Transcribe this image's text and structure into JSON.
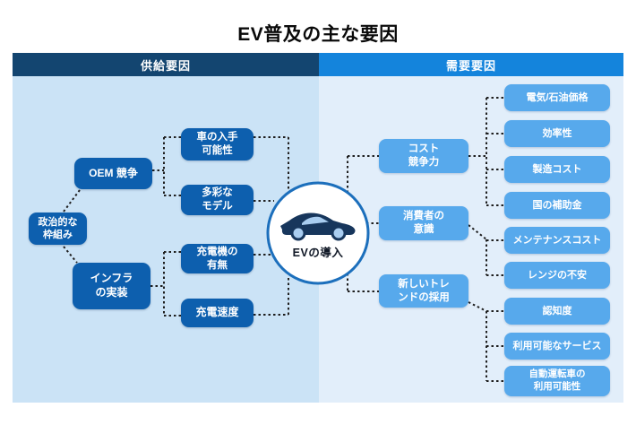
{
  "title": "EV普及の主な要因",
  "headers": {
    "supply": "供給要因",
    "demand": "需要要因"
  },
  "center": {
    "label": "EVの導入",
    "icon": "ev-car-icon"
  },
  "supply": {
    "root": "政治的な\n枠組み",
    "level2": {
      "oem": "OEM 競争",
      "infra": "インフラ\nの実装"
    },
    "leaves": [
      "車の入手\n可能性",
      "多彩な\nモデル",
      "充電機の\n有無",
      "充電速度"
    ]
  },
  "demand": {
    "level2": {
      "cost": "コスト\n競争力",
      "consumer": "消費者の\n意識",
      "trend": "新しいトレ\nンドの採用"
    },
    "leaves": [
      "電気/石油価格",
      "効率性",
      "製造コスト",
      "国の補助金",
      "メンテナンスコスト",
      "レンジの不安",
      "認知度",
      "利用可能なサービス",
      "自動運転車の\n利用可能性"
    ]
  },
  "colors": {
    "title": "#0a0a0a",
    "header-supply": "#134570",
    "header-demand": "#1484dc",
    "panel-supply": "#cbe3f6",
    "panel-demand": "#e2eefa",
    "box-dark": "#0d5fae",
    "box-light": "#57a9ec",
    "circle-stroke": "#1c6fbc",
    "car-body": "#17365c",
    "car-glass": "#a9cdf0",
    "line": "#1f1f1f"
  }
}
